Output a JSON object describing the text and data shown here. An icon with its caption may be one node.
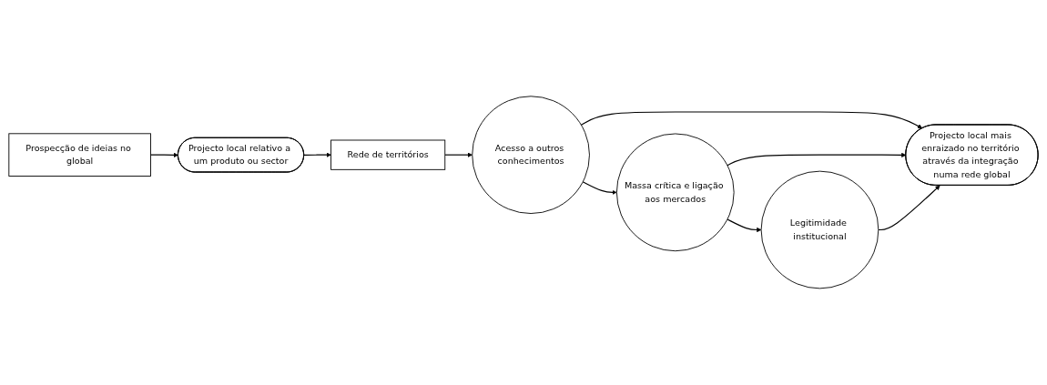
{
  "diagram": {
    "nodes": [
      {
        "text": [
          "Prospecção de ideias no global"
        ]
      },
      {
        "text": [
          "Rede de territórios"
        ]
      },
      {
        "text": [
          "Acesso a outros conhecimentos"
        ]
      },
      {
        "text": [
          "Massa crítica e ligação aos mercados"
        ]
      },
      {
        "text": [
          "Legitimidade institucional"
        ]
      },
      {
        "text": [
          "Projecto local relativo a um produto ou sector"
        ]
      },
      {
        "text": [
          "Projecto local mais enraizado no território através da integração numa rede global"
        ]
      }
    ],
    "edges": [
      {
        "from": 0,
        "to": 5,
        "arrow": "to"
      },
      {
        "from": 5,
        "to": 1,
        "arrow": "to"
      },
      {
        "from": 1,
        "to": 2,
        "arrow": "to"
      },
      {
        "from": 2,
        "to": 3,
        "arrow": "to"
      },
      {
        "from": 3,
        "to": 4,
        "arrow": "to"
      },
      {
        "from": 2,
        "to": 6,
        "arrow": "to"
      },
      {
        "from": 3,
        "to": 6,
        "arrow": "to"
      },
      {
        "from": 4,
        "to": 6,
        "arrow": "to"
      }
    ]
  }
}
